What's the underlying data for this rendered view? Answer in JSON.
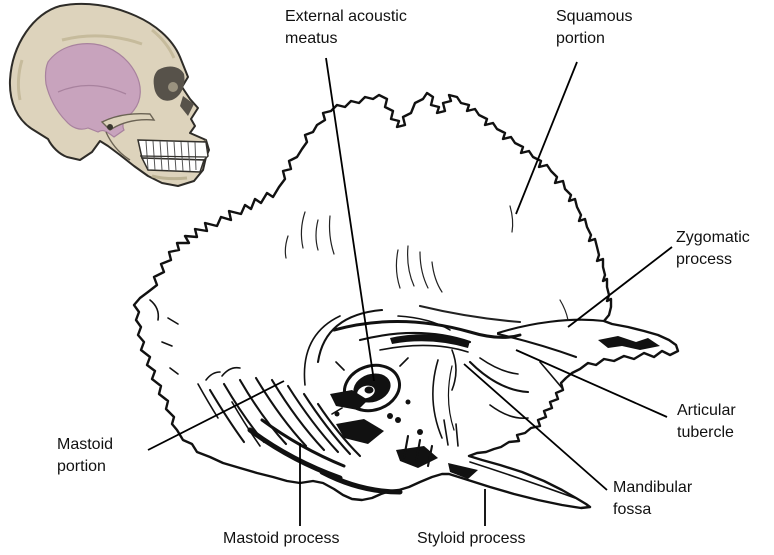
{
  "figure": {
    "background": "#ffffff",
    "labels": [
      {
        "id": "external-acoustic-meatus",
        "text": "External acoustic\nmeatus"
      },
      {
        "id": "squamous-portion",
        "text": "Squamous\nportion"
      },
      {
        "id": "zygomatic-process",
        "text": "Zygomatic\nprocess"
      },
      {
        "id": "articular-tubercle",
        "text": "Articular\ntubercle"
      },
      {
        "id": "mandibular-fossa",
        "text": "Mandibular\nfossa"
      },
      {
        "id": "mastoid-portion",
        "text": "Mastoid\nportion"
      },
      {
        "id": "mastoid-process",
        "text": "Mastoid process"
      },
      {
        "id": "styloid-process",
        "text": "Styloid process"
      }
    ],
    "colors": {
      "label_text": "#111111",
      "leader_line": "#000000",
      "bone_outline": "#111111",
      "bone_fill": "#ffffff",
      "inset_bone": "#ddd3bc",
      "inset_shade": "#c3b797",
      "inset_outline": "#2e2c28",
      "temporal_highlight": "#c8a3bd",
      "temporal_highlight_edge": "#a8829e",
      "teeth": "#ffffff"
    }
  }
}
